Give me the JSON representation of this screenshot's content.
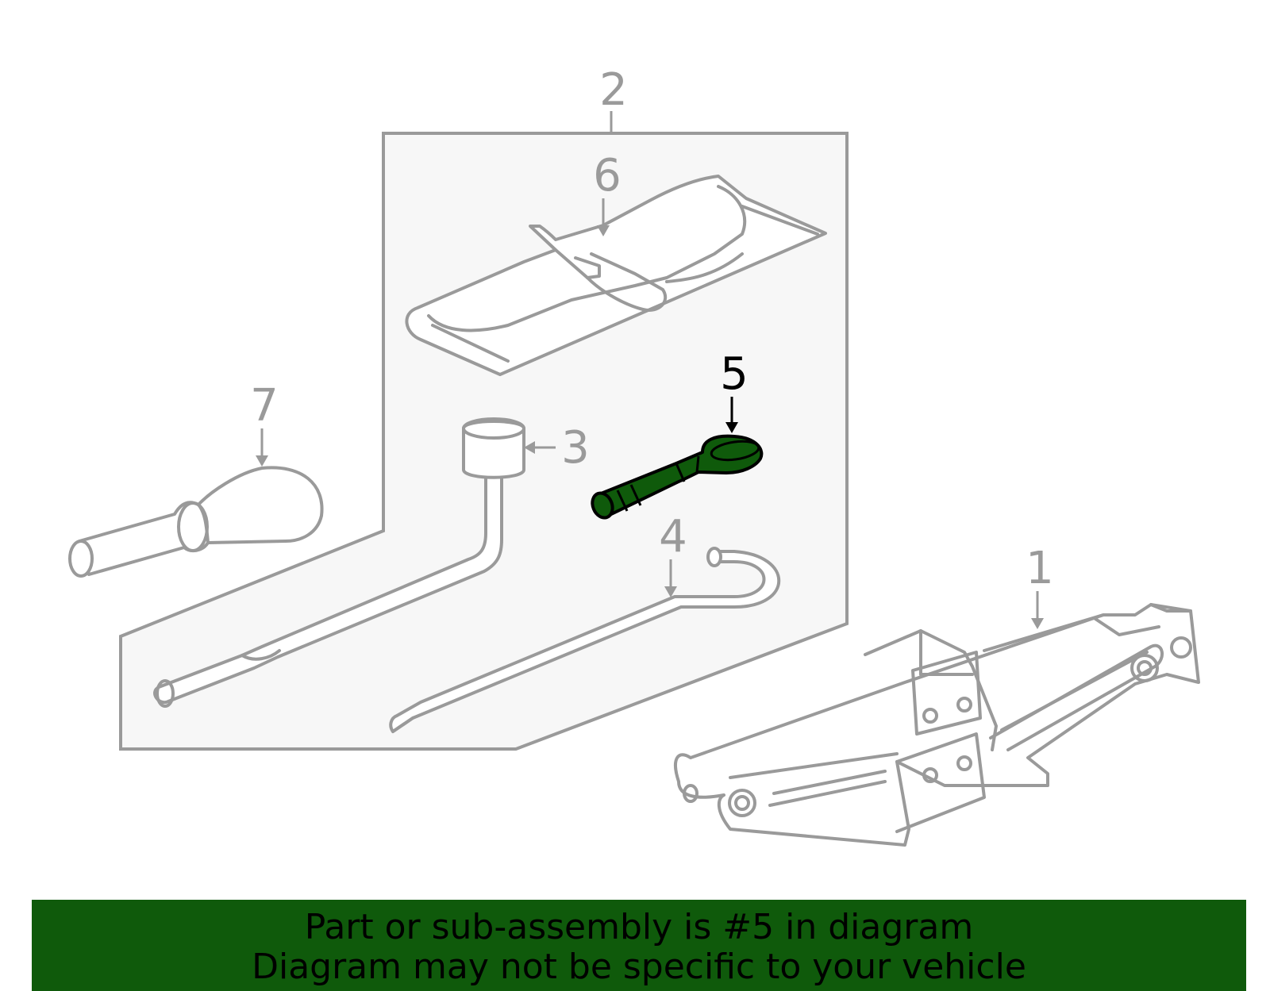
{
  "diagram": {
    "callouts": {
      "c1": "1",
      "c2": "2",
      "c3": "3",
      "c4": "4",
      "c5": "5",
      "c6": "6",
      "c7": "7"
    },
    "highlighted_part": "5",
    "colors": {
      "highlight": "#0f5a0b",
      "line_art": "#9a9a9a",
      "kit_box_fill": "#f7f7f7"
    }
  },
  "banner": {
    "line1": "Part or sub-assembly is #5 in diagram",
    "line2": "Diagram may not be specific to your vehicle"
  }
}
